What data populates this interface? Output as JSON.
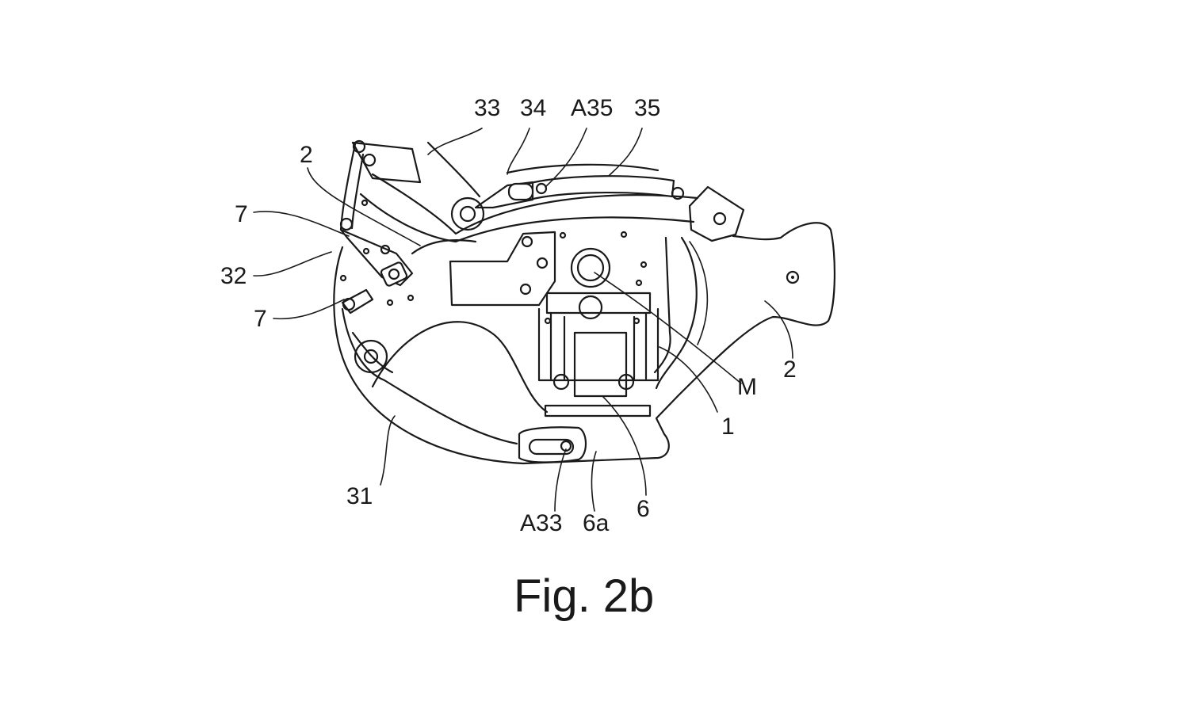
{
  "caption": "Fig. 2b",
  "labels": {
    "l33": "33",
    "l34": "34",
    "lA35": "A35",
    "l35": "35",
    "l2_top": "2",
    "l7_top": "7",
    "l32": "32",
    "l7_bottom": "7",
    "l31": "31",
    "lA33": "A33",
    "l6a": "6a",
    "l6": "6",
    "l1": "1",
    "lM": "M",
    "l2_right": "2"
  }
}
